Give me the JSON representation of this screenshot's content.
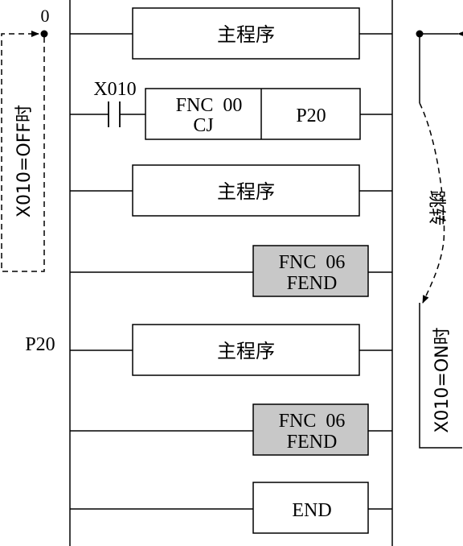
{
  "colors": {
    "line": "#000000",
    "box_fill": "#ffffff",
    "shaded_fill": "#c8c8c8",
    "background": "#ffffff"
  },
  "labels": {
    "step_zero": "0",
    "contact": "X010",
    "pointer": "P20",
    "off_note": "X010=OFF时",
    "on_note": "X010=ON时",
    "jump": "跳转"
  },
  "rungs": [
    {
      "box": "主程序"
    },
    {
      "box_left_line1": "FNC  00",
      "box_left_line2": "CJ",
      "box_right": "P20"
    },
    {
      "box": "主程序"
    },
    {
      "box_line1": "FNC  06",
      "box_line2": "FEND"
    },
    {
      "box": "主程序"
    },
    {
      "box_line1": "FNC  06",
      "box_line2": "FEND"
    },
    {
      "box": "END"
    }
  ]
}
